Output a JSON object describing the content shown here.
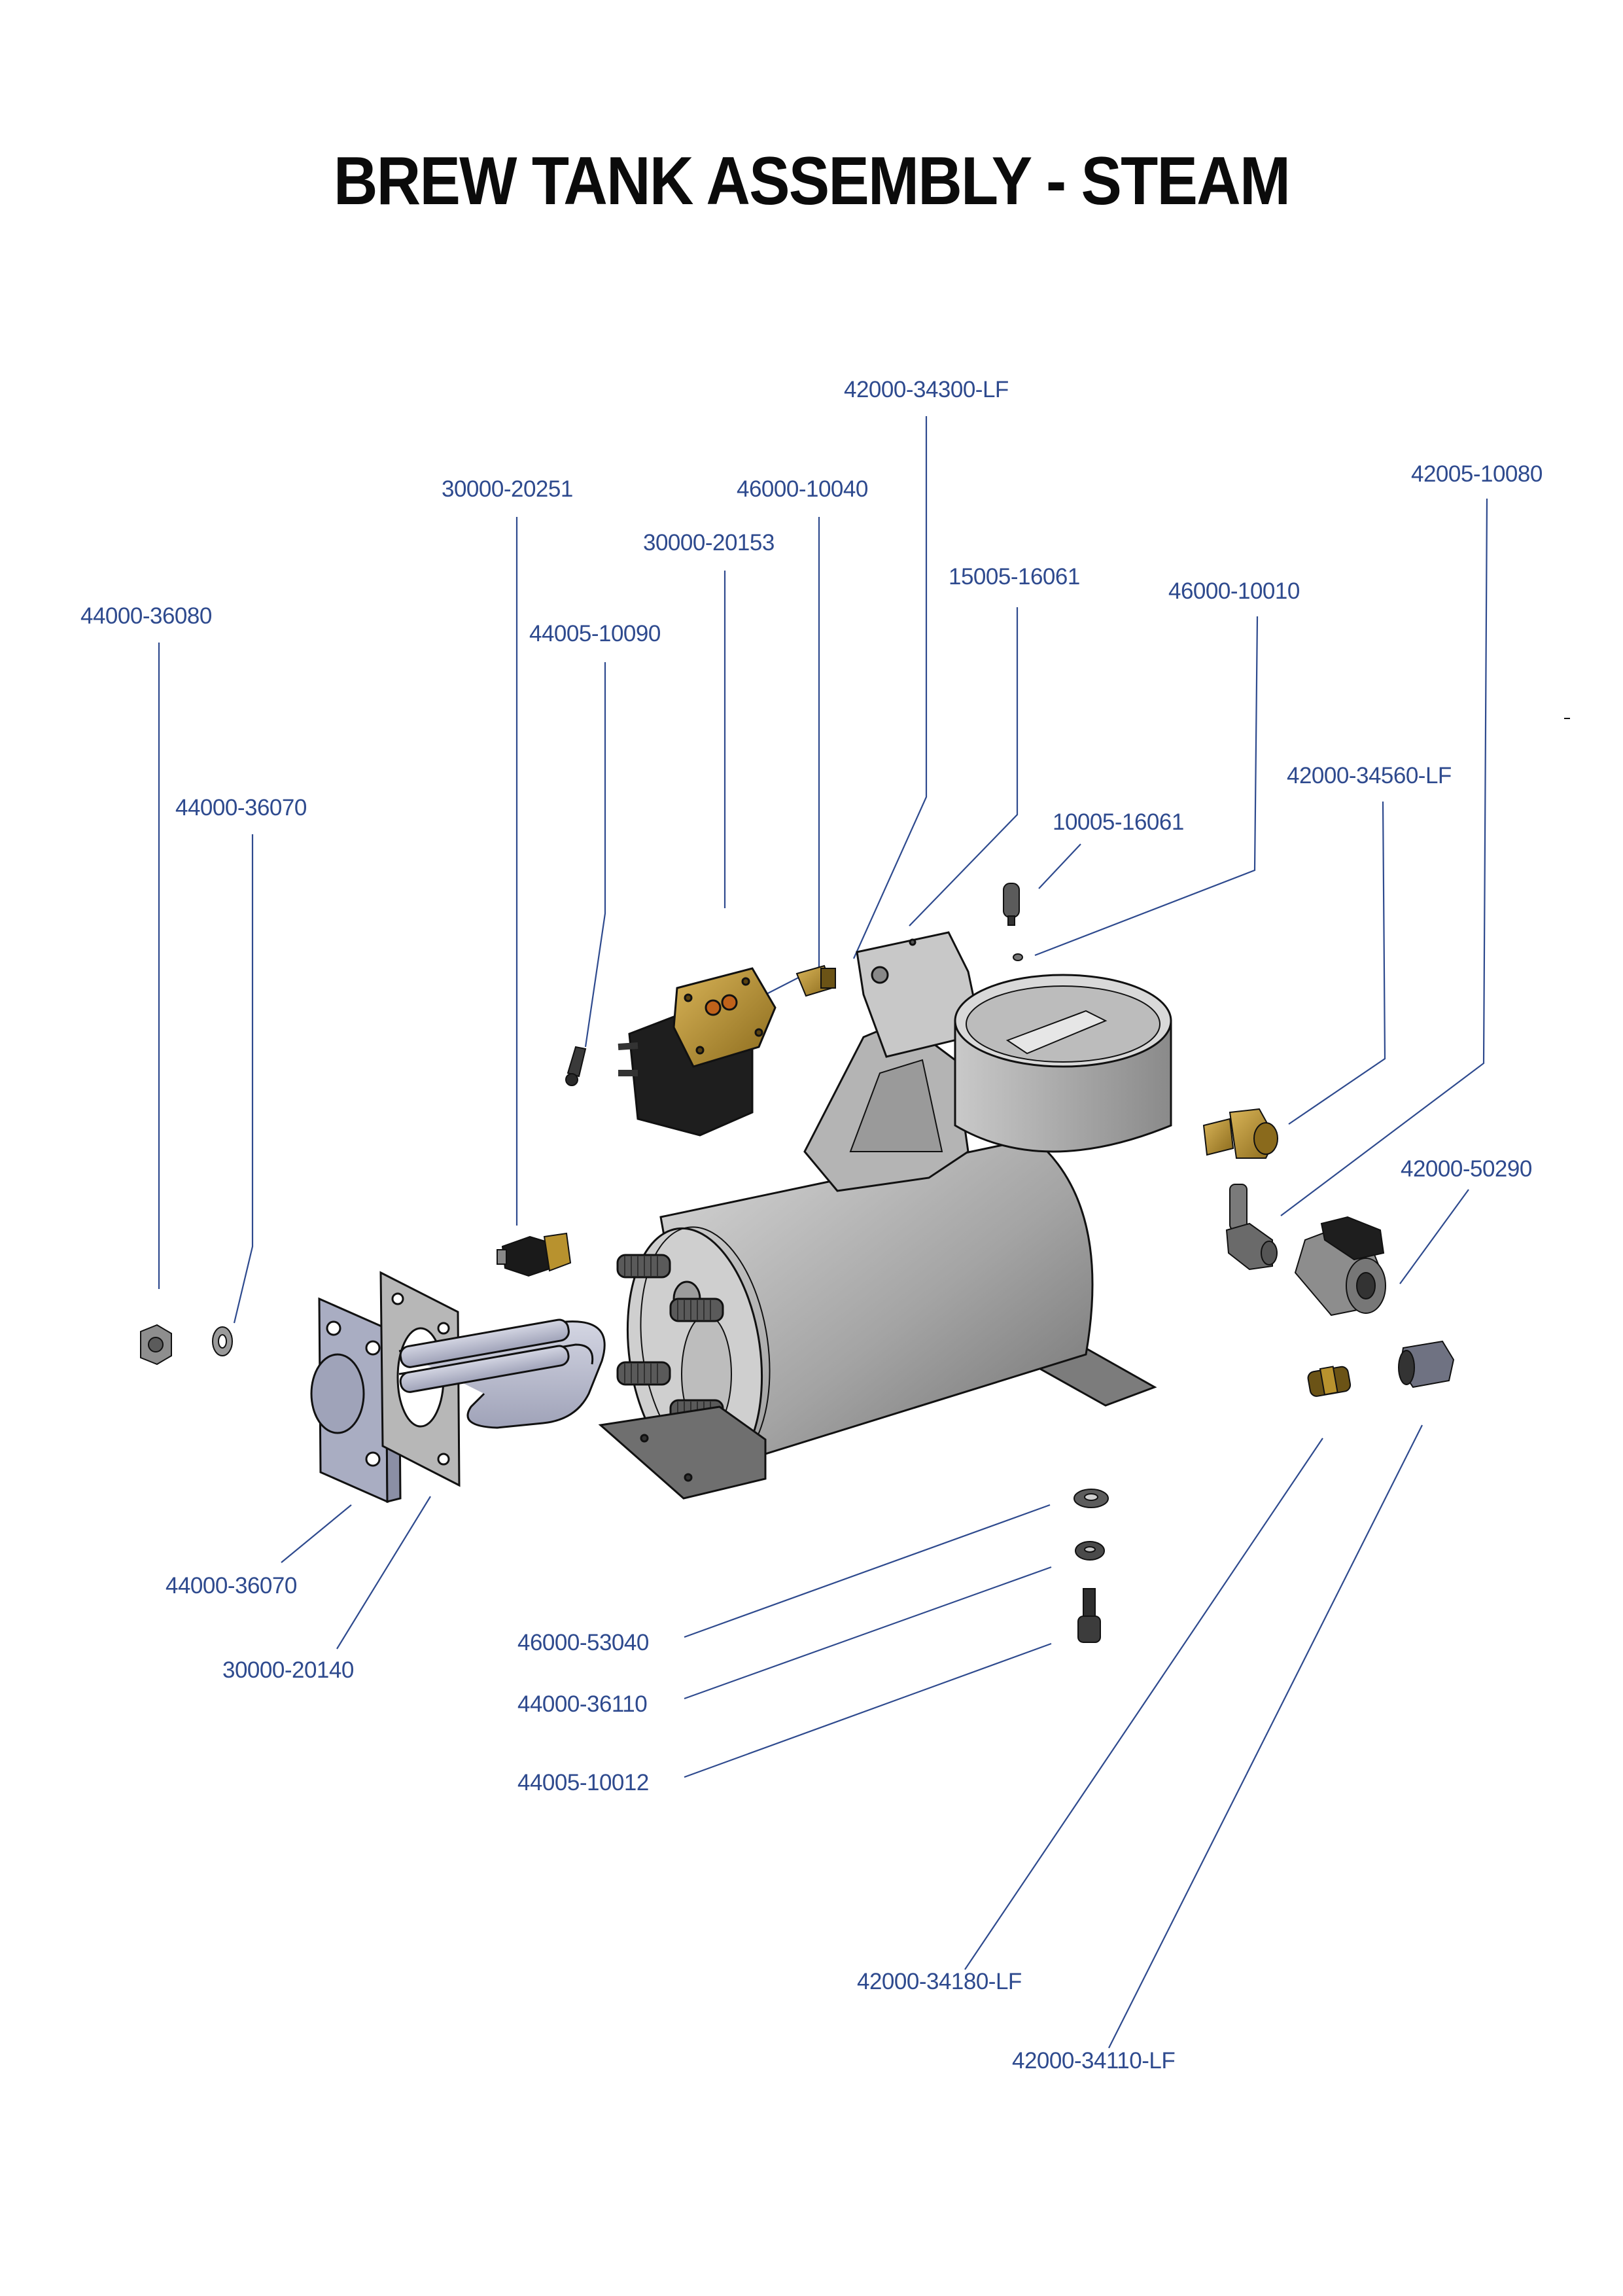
{
  "title": "BREW TANK ASSEMBLY - STEAM",
  "colors": {
    "label": "#2e4a8e",
    "leader": "#2e4a8e",
    "title": "#0b0b0b",
    "tank": "#9a9a9a",
    "brass": "#b8922e",
    "black_part": "#1e1e1e",
    "heater": "#b9bccd"
  },
  "parts": [
    {
      "id": "p1",
      "number": "42000-34300-LF"
    },
    {
      "id": "p2",
      "number": "42005-10080"
    },
    {
      "id": "p3",
      "number": "30000-20251"
    },
    {
      "id": "p4",
      "number": "46000-10040"
    },
    {
      "id": "p5",
      "number": "30000-20153"
    },
    {
      "id": "p6",
      "number": "15005-16061"
    },
    {
      "id": "p7",
      "number": "46000-10010"
    },
    {
      "id": "p8",
      "number": "44000-36080"
    },
    {
      "id": "p9",
      "number": "44005-10090"
    },
    {
      "id": "p10",
      "number": "42000-34560-LF"
    },
    {
      "id": "p11",
      "number": "44000-36070"
    },
    {
      "id": "p12",
      "number": "10005-16061"
    },
    {
      "id": "p13",
      "number": "42000-50290"
    },
    {
      "id": "p14",
      "number": "44000-36070"
    },
    {
      "id": "p15",
      "number": "30000-20140"
    },
    {
      "id": "p16",
      "number": "46000-53040"
    },
    {
      "id": "p17",
      "number": "44000-36110"
    },
    {
      "id": "p18",
      "number": "44005-10012"
    },
    {
      "id": "p19",
      "number": "42000-34180-LF"
    },
    {
      "id": "p20",
      "number": "42000-34110-LF"
    }
  ],
  "components": [
    "brew-tank",
    "group-head-mount",
    "solenoid-valve",
    "brass-plug",
    "sensor-probe",
    "o-ring",
    "thermostat",
    "heating-element",
    "heater-flange",
    "gasket",
    "nut",
    "lock-washer",
    "elbow-fitting",
    "hose-barb-elbow",
    "ball-valve",
    "hex-nipple",
    "cap-nut",
    "flat-washer",
    "spring-washer",
    "cap-screw",
    "small-screw"
  ]
}
